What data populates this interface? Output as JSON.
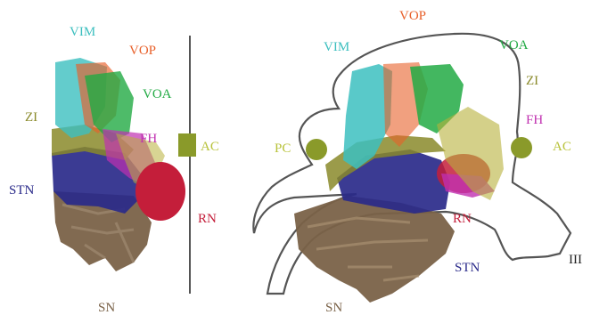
{
  "left_panel": {
    "labels": {
      "vim": "VIM",
      "vop": "VOP",
      "voa": "VOA",
      "zi": "ZI",
      "fh": "FH",
      "ac": "AC",
      "stn": "STN",
      "rn": "RN",
      "sn": "SN"
    }
  },
  "right_panel": {
    "labels": {
      "vop": "VOP",
      "vim": "VIM",
      "voa": "VOA",
      "zi": "ZI",
      "fh": "FH",
      "pc": "PC",
      "ac": "AC",
      "rn": "RN",
      "stn": "STN",
      "sn": "SN",
      "iii": "III"
    }
  },
  "colors": {
    "vim": "#3cbfbf",
    "vop": "#e8602a",
    "voa": "#22aa44",
    "zi": "#8a8a2a",
    "fh": "#c030b0",
    "ac_pc": "#b8c23a",
    "commissure_fill": "#8a9a2a",
    "stn": "#2a2a8a",
    "rn": "#c41e3a",
    "sn": "#7a6248",
    "outline": "#555555"
  }
}
